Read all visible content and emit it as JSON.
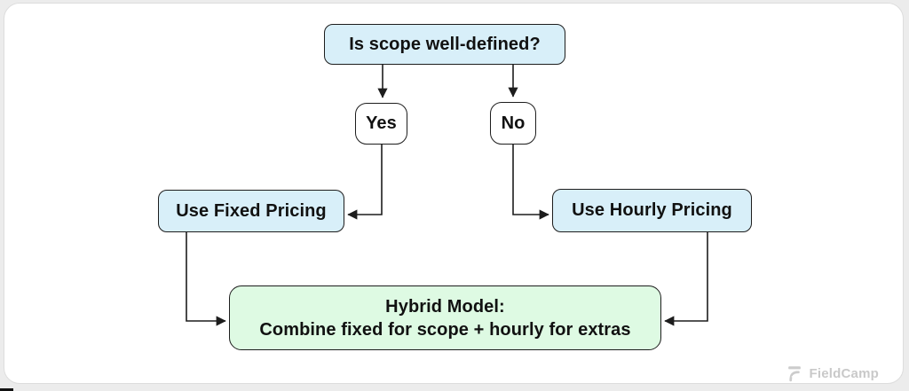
{
  "diagram": {
    "nodes": {
      "question": {
        "label": "Is scope well-defined?",
        "fill": "#d8eff9"
      },
      "yes": {
        "label": "Yes",
        "fill": "#ffffff"
      },
      "no": {
        "label": "No",
        "fill": "#ffffff"
      },
      "fixed": {
        "label": "Use Fixed Pricing",
        "fill": "#d8eff9"
      },
      "hourly": {
        "label": "Use Hourly Pricing",
        "fill": "#d8eff9"
      },
      "hybrid": {
        "line1": "Hybrid Model:",
        "line2": "Combine fixed for scope + hourly for extras",
        "fill": "#defae3"
      }
    },
    "edges": [
      {
        "from": "question",
        "to": "yes"
      },
      {
        "from": "question",
        "to": "no"
      },
      {
        "from": "yes",
        "to": "fixed"
      },
      {
        "from": "no",
        "to": "hourly"
      },
      {
        "from": "fixed",
        "to": "hybrid"
      },
      {
        "from": "hourly",
        "to": "hybrid"
      }
    ]
  },
  "colors": {
    "node_border": "#1d1d1d",
    "connector": "#1d1d1d",
    "node_blue": "#d8eff9",
    "node_green": "#defae3",
    "node_white": "#ffffff",
    "card_background": "#ffffff",
    "page_background": "#ececec",
    "watermark_gray": "#c9c9c9"
  },
  "watermark": {
    "brand": "FieldCamp"
  }
}
